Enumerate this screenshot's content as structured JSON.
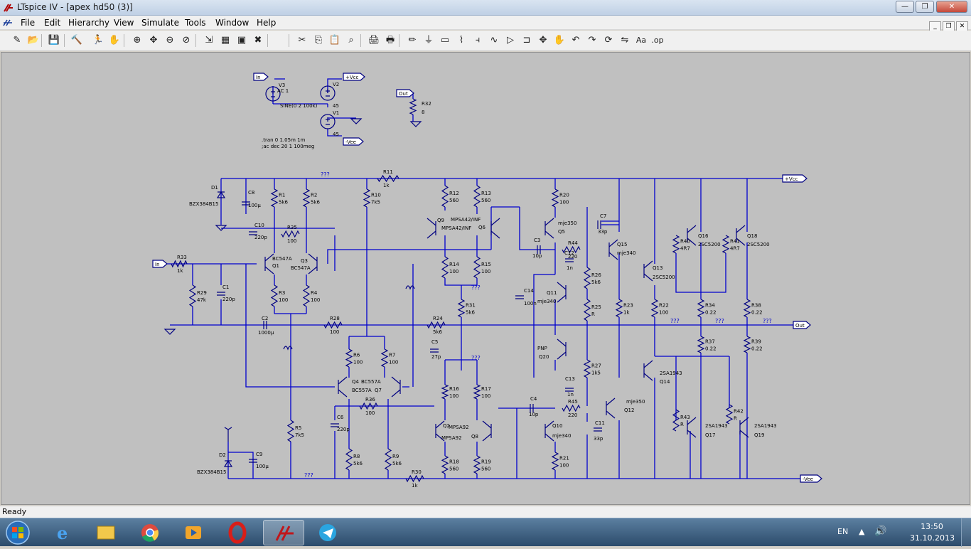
{
  "window": {
    "title": "LTspice IV - [apex hd50 (3)]",
    "caption_buttons": {
      "minimize": "—",
      "maximize": "❐",
      "close": "✕"
    }
  },
  "menu": {
    "items": [
      {
        "label": "File",
        "key": "F"
      },
      {
        "label": "Edit",
        "key": "E"
      },
      {
        "label": "Hierarchy",
        "key": "H"
      },
      {
        "label": "View",
        "key": "V"
      },
      {
        "label": "Simulate",
        "key": "S"
      },
      {
        "label": "Tools",
        "key": "T"
      },
      {
        "label": "Window",
        "key": "W"
      },
      {
        "label": "Help",
        "key": "H"
      }
    ],
    "mdi_buttons": {
      "minimize": "_",
      "restore": "❐",
      "close": "✕"
    }
  },
  "toolbar": {
    "icons": [
      "new-schematic-icon",
      "open-icon",
      "save-icon",
      "control-panel-icon",
      "run-icon",
      "halt-icon",
      "zoom-in-icon",
      "pan-icon",
      "zoom-out-icon",
      "zoom-cancel-icon",
      "autoscale-icon",
      "tile-icon",
      "cascade-icon",
      "close-window-icon",
      "cut-icon",
      "copy-icon",
      "paste-icon",
      "find-icon",
      "print-setup-icon",
      "print-icon",
      "draw-wire-icon",
      "ground-icon",
      "label-net-icon",
      "resistor-icon",
      "capacitor-icon",
      "inductor-icon",
      "diode-icon",
      "component-icon",
      "move-icon",
      "drag-icon",
      "undo-icon",
      "redo-icon",
      "rotate-icon",
      "mirror-icon",
      "text-icon",
      "spice-directive-icon"
    ],
    "glyphs": [
      "✎",
      "📂",
      "💾",
      "🔨",
      "🏃",
      "✋",
      "⊕",
      "✥",
      "⊖",
      "⊘",
      "⇲",
      "▦",
      "▣",
      "✖",
      "✂",
      "⎘",
      "📋",
      "⌕",
      "🖨",
      "🖶",
      "✏",
      "⏚",
      "▭",
      "⌇",
      "⫞",
      "∿",
      "▷",
      "⊐",
      "✥",
      "✋",
      "↶",
      "↷",
      "⟳",
      "⇋",
      "Aa",
      ".op"
    ]
  },
  "colors": {
    "wire": "#0000cc",
    "component": "#000080",
    "canvas_bg": "#c0c0c0",
    "text": "#000000",
    "unknown_label": "#0000cc"
  },
  "schematic": {
    "sources": {
      "in_port": "In",
      "v3_name": "V3",
      "v3_value": "AC 1",
      "v3_sine": "SINE(0 2 100k)",
      "v2_name": "V2",
      "v2_value": "45",
      "v1_name": "V1",
      "v1_value": "45",
      "vcc_port": "+Vcc",
      "vee_port": "-Vee",
      "directive1": ".tran 0 1.05m 1m",
      "directive2": ";ac dec 20 1 100meg"
    },
    "load": {
      "out_port": "Out",
      "r32_name": "R32",
      "r32_value": "8"
    },
    "labels": {
      "D1": "D1",
      "D1v": "BZX384B15",
      "C8": "C8",
      "C8v": "100µ",
      "R1": "R1",
      "R1v": "5k6",
      "R2": "R2",
      "R2v": "5k6",
      "R10": "R10",
      "R10v": "7k5",
      "R11": "R11",
      "R11v": "1k",
      "R12": "R12",
      "R12v": "560",
      "R13": "R13",
      "R13v": "560",
      "R20": "R20",
      "R20v": "100",
      "Q9": "Q9",
      "Q9v": "MPSA42/INF",
      "Q6": "Q6",
      "Q6v": "MPSA42/INF",
      "C10": "C10",
      "C10v": "220p",
      "R35": "R35",
      "R35v": "100",
      "mje350a": "mje350",
      "Q5": "Q5",
      "C7": "C7",
      "C7v": "33p",
      "C3": "C3",
      "C3v": "10p",
      "R44": "R44",
      "R44v": "220",
      "C12": "C12",
      "C12v": "1n",
      "Q15": "Q15",
      "Q15v": "mje340",
      "Q16": "Q16",
      "Q16v": "2SC5200",
      "Q18": "Q18",
      "Q18v": "2SC5200",
      "R40": "R40",
      "R40v": "4R7",
      "R41": "R41",
      "R41v": "4R7",
      "Q13": "Q13",
      "Q13v": "2SC5200",
      "R33": "R33",
      "R33v": "1k",
      "in_port": "In",
      "Q1": "Q1",
      "Q1v": "BC547A",
      "Q3": "Q3",
      "Q3v": "BC547A",
      "R29": "R29",
      "R29v": "47k",
      "C1": "C1",
      "C1v": "220p",
      "R3": "R3",
      "R3v": "100",
      "R4": "R4",
      "R4v": "100",
      "R14": "R14",
      "R14v": "100",
      "R15": "R15",
      "R15v": "100",
      "R26": "R26",
      "R26v": "5k6",
      "C14": "C14",
      "C14v": "100n",
      "Q11": "Q11",
      "Q11v": "mje340",
      "R23": "R23",
      "R23v": "1k",
      "R22": "R22",
      "R22v": "100",
      "R34": "R34",
      "R34v": "0.22",
      "R38": "R38",
      "R38v": "0.22",
      "R31": "R31",
      "R31v": "5k6",
      "R25": "R25",
      "R25v": "R",
      "C2": "C2",
      "C2v": "1000µ",
      "R28": "R28",
      "R28v": "100",
      "R24": "R24",
      "R24v": "5k6",
      "R37": "R37",
      "R37v": "0.22",
      "R39": "R39",
      "R39v": "0.22",
      "out": "Out",
      "R6": "R6",
      "R6v": "100",
      "R7": "R7",
      "R7v": "100",
      "C5": "C5",
      "C5v": "27p",
      "PNP": "PNP",
      "Q20": "Q20",
      "R27": "R27",
      "R27v": "1k5",
      "Q4": "Q4",
      "Q4v": "BC557A",
      "Q7": "Q7",
      "Q7v": "BC557A",
      "R16": "R16",
      "R16v": "100",
      "R17": "R17",
      "R17v": "100",
      "C13": "C13",
      "C13v": "1n",
      "Q14": "Q14",
      "Q14v": "2SA1943",
      "R36": "R36",
      "R36v": "100",
      "C4": "C4",
      "C4v": "10p",
      "R45": "R45",
      "R45v": "220",
      "Q12": "Q12",
      "mje350b": "mje350",
      "C6": "C6",
      "C6v": "220p",
      "R5": "R5",
      "R5v": "7k5",
      "Q2": "Q2",
      "Q2v": "MPSA92",
      "Q8": "Q8",
      "Q8v": "MPSA92",
      "Q10": "Q10",
      "Q10v": "mje340",
      "C11": "C11",
      "C11v": "33p",
      "R43": "R43",
      "R43v": "R",
      "R42": "R42",
      "R42v": "R",
      "Q17": "Q17",
      "Q17v": "2SA1943",
      "Q19": "Q19",
      "Q19v": "2SA1943",
      "D2": "D2",
      "D2v": "BZX384B15",
      "C9": "C9",
      "C9v": "100µ",
      "R8": "R8",
      "R8v": "5k6",
      "R9": "R9",
      "R9v": "5k6",
      "R18": "R18",
      "R18v": "560",
      "R19": "R19",
      "R19v": "560",
      "R21": "R21",
      "R21v": "100",
      "R30": "R30",
      "R30v": "1k",
      "vcc": "+Vcc",
      "vee": "-Vee",
      "qq": "???"
    }
  },
  "status": {
    "text": "Ready"
  },
  "taskbar": {
    "apps": [
      "ie-icon",
      "explorer-icon",
      "chrome-icon",
      "media-player-icon",
      "opera-icon",
      "ltspice-icon",
      "telegram-icon"
    ],
    "lang": "EN",
    "time": "13:50",
    "date": "31.10.2013"
  }
}
